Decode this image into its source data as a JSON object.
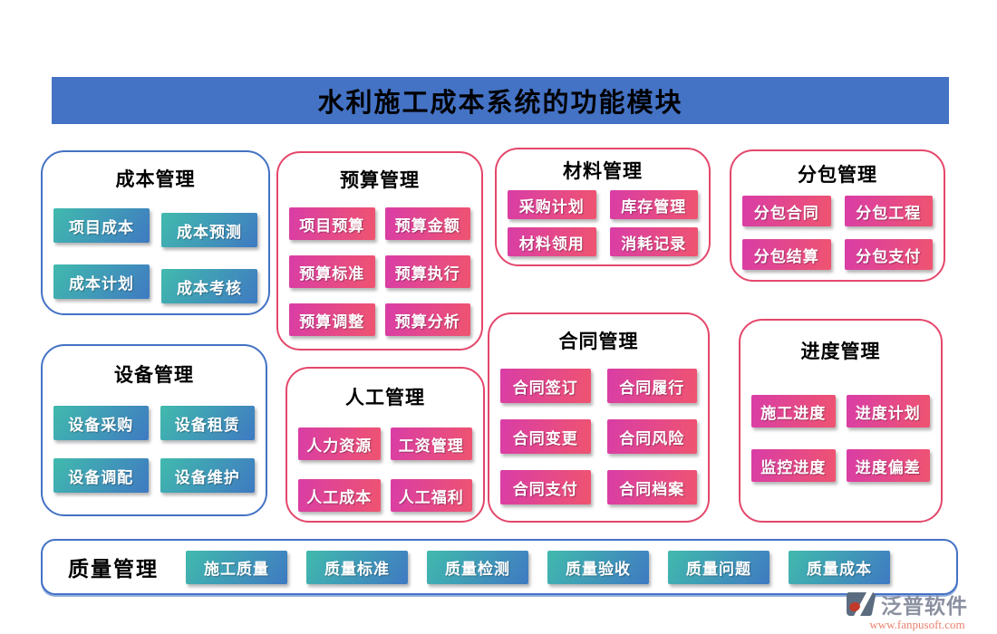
{
  "banner": {
    "title": "水利施工成本系统的功能模块",
    "bg_color": "#4472C4",
    "text_color": "#000000"
  },
  "colors": {
    "blue_border": "#4472C4",
    "pink_border": "#E4476B",
    "teal_button_gradient": [
      "#41BAAD",
      "#3F7AC2"
    ],
    "pink_button_gradient": [
      "#D93DA6",
      "#EF5470"
    ],
    "button_text": "#FFFFFF"
  },
  "modules": [
    {
      "name": "成本管理",
      "theme": "blue",
      "items": [
        "项目成本",
        "成本预测",
        "成本计划",
        "成本考核"
      ]
    },
    {
      "name": "预算管理",
      "theme": "pink",
      "items": [
        "项目预算",
        "预算金额",
        "预算标准",
        "预算执行",
        "预算调整",
        "预算分析"
      ]
    },
    {
      "name": "材料管理",
      "theme": "pink",
      "items": [
        "采购计划",
        "库存管理",
        "材料领用",
        "消耗记录"
      ]
    },
    {
      "name": "分包管理",
      "theme": "pink",
      "items": [
        "分包合同",
        "分包工程",
        "分包结算",
        "分包支付"
      ]
    },
    {
      "name": "设备管理",
      "theme": "blue",
      "items": [
        "设备采购",
        "设备租赁",
        "设备调配",
        "设备维护"
      ]
    },
    {
      "name": "人工管理",
      "theme": "pink",
      "items": [
        "人力资源",
        "工资管理",
        "人工成本",
        "人工福利"
      ]
    },
    {
      "name": "合同管理",
      "theme": "pink",
      "items": [
        "合同签订",
        "合同履行",
        "合同变更",
        "合同风险",
        "合同支付",
        "合同档案"
      ]
    },
    {
      "name": "进度管理",
      "theme": "pink",
      "items": [
        "施工进度",
        "进度计划",
        "监控进度",
        "进度偏差"
      ]
    }
  ],
  "quality": {
    "name": "质量管理",
    "items": [
      "施工质量",
      "质量标准",
      "质量检测",
      "质量验收",
      "质量问题",
      "质量成本"
    ]
  },
  "logo": {
    "name": "泛普软件",
    "url": "www.fanpusoft.com"
  }
}
